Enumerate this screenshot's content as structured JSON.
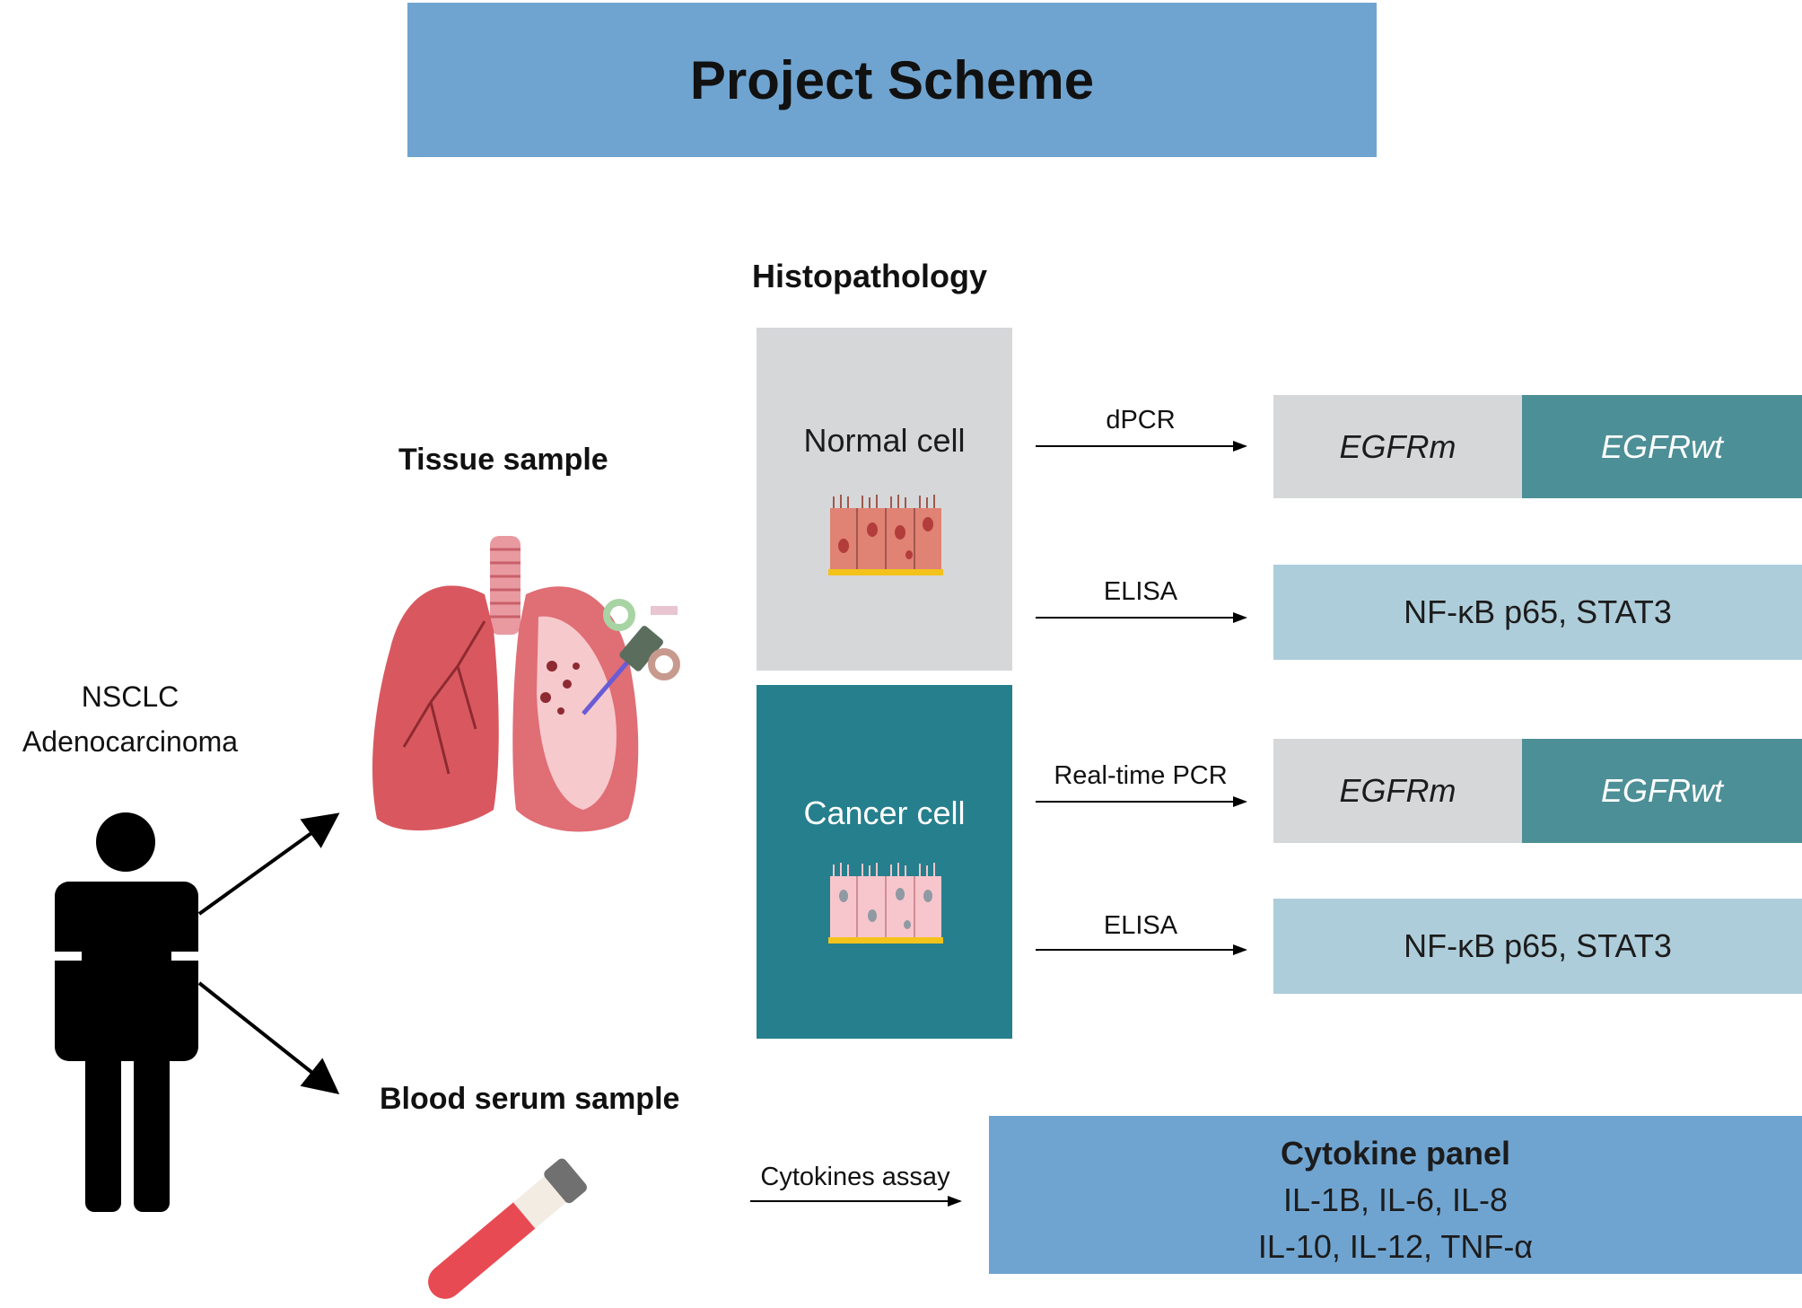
{
  "title": "Project Scheme",
  "patient": {
    "line1": "NSCLC",
    "line2": "Adenocarcinoma"
  },
  "tissue_label": "Tissue sample",
  "blood_label": "Blood serum sample",
  "histopathology_label": "Histopathology",
  "normal_cell_label": "Normal cell",
  "cancer_cell_label": "Cancer cell",
  "methods": {
    "dpcr": "dPCR",
    "elisa_normal": "ELISA",
    "rtpcr": "Real-time PCR",
    "elisa_cancer": "ELISA",
    "cytokines": "Cytokines assay"
  },
  "results": {
    "normal_egfr_m": "EGFRm",
    "normal_egfr_wt": "EGFRwt",
    "normal_proteins": "NF-κB p65, STAT3",
    "cancer_egfr_m": "EGFRm",
    "cancer_egfr_wt": "EGFRwt",
    "cancer_proteins": "NF-κB p65, STAT3"
  },
  "cytokine_panel": {
    "title": "Cytokine panel",
    "line1": "IL-1B, IL-6, IL-8",
    "line2": "IL-10, IL-12, TNF-α"
  },
  "colors": {
    "title_bg": "#70a4d0",
    "normal_panel": "#d6d7d9",
    "cancer_panel": "#267f8c",
    "egfr_wt": "#4d8f96",
    "protein_box": "#aecdda"
  },
  "icons": [
    "person-icon",
    "lungs-icon",
    "biopsy-needle-icon",
    "normal-cells-icon",
    "cancer-cells-icon",
    "blood-tube-icon"
  ]
}
